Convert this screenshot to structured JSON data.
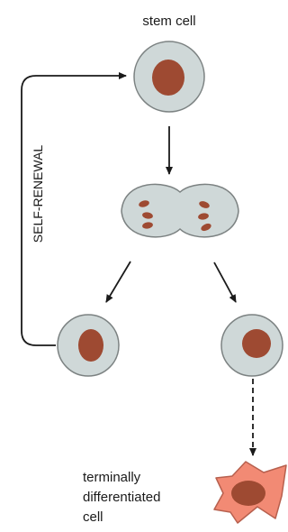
{
  "labels": {
    "stem_cell": "stem cell",
    "self_renewal": "SELF-RENEWAL",
    "differentiated_line1": "terminally",
    "differentiated_line2": "differentiated",
    "differentiated_line3": "cell"
  },
  "colors": {
    "cell_fill": "#cfd8d8",
    "cell_stroke": "#7c8282",
    "nucleus": "#9e4a32",
    "differentiated_fill": "#f28a74",
    "differentiated_stroke": "#b7604e",
    "arrow": "#1a1a1a"
  }
}
